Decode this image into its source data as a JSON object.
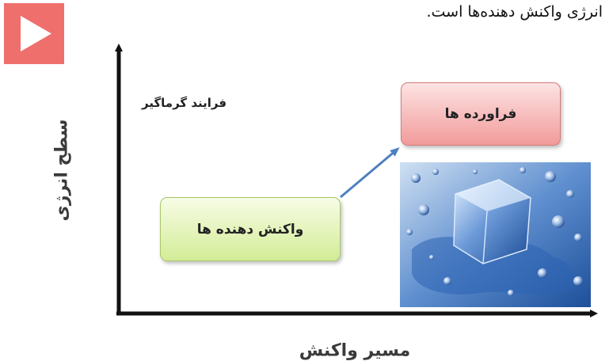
{
  "header": {
    "text": "انرژی واکنش دهنده‌ها است."
  },
  "play_button": {
    "icon": "play-icon",
    "color": "#ee6f6c"
  },
  "diagram": {
    "y_axis_label": "سطح انرژی",
    "x_axis_label": "مسیر واکنش",
    "process_label": "فرایند گرماگیر",
    "reactants_label": "واکنش دهنده ها",
    "products_label": "فراورده ها",
    "reactants_color": "#d3ec96",
    "products_color": "#f29a9a",
    "arrow_color": "#4f7fc0",
    "image": "melting-ice-cube"
  }
}
